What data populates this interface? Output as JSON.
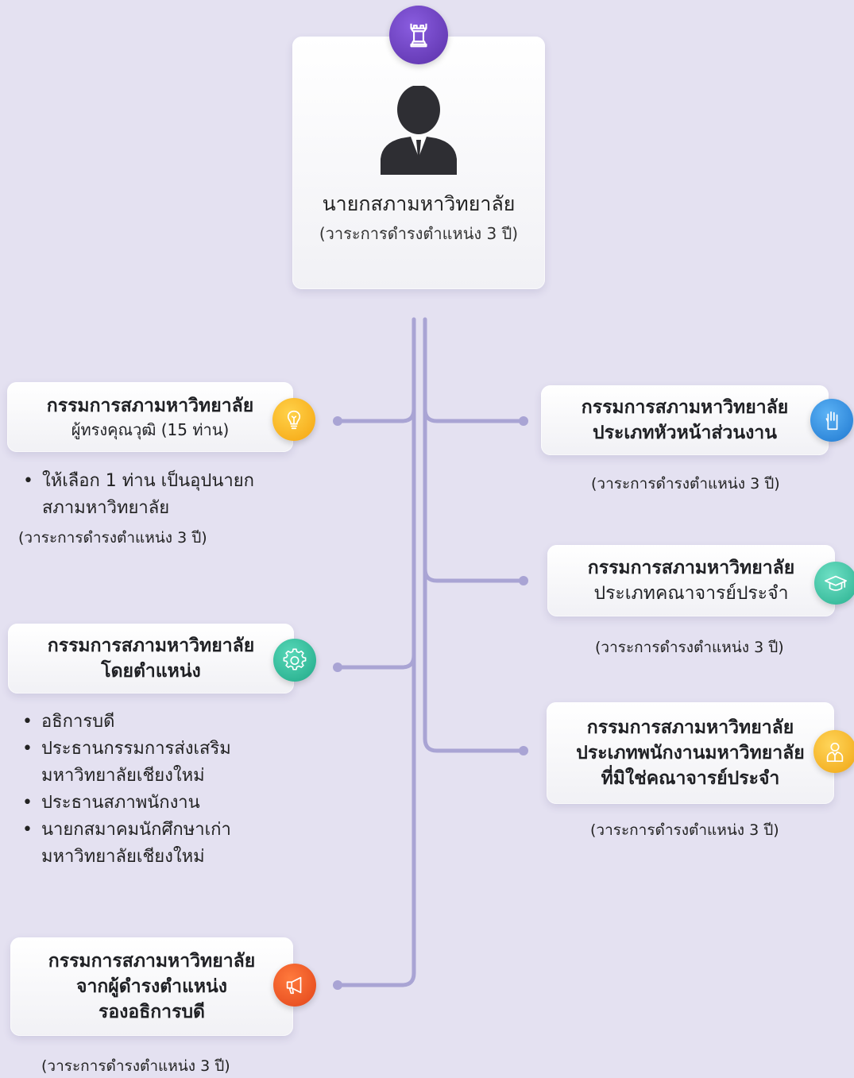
{
  "top": {
    "title": "นายกสภามหาวิทยาลัย",
    "term": "(วาระการดำรงตำแหน่ง 3 ปี)",
    "icon": "chess-rook-icon",
    "avatar_icon": "person-silhouette-icon"
  },
  "left": [
    {
      "title": "กรรมการสภามหาวิทยาลัย",
      "subtitle": "ผู้ทรงคุณวุฒิ (15 ท่าน)",
      "icon": "lightbulb-icon",
      "icon_color": "#f7b21b",
      "bullets": [
        "ให้เลือก 1 ท่าน เป็นอุปนายก สภามหาวิทยาลัย"
      ],
      "term": "(วาระการดำรงตำแหน่ง 3 ปี)"
    },
    {
      "title_lines": [
        "กรรมการสภามหาวิทยาลัย",
        "โดยตำแหน่ง"
      ],
      "icon": "gear-icon",
      "icon_color": "#2dbb9c",
      "bullets": [
        "อธิการบดี",
        "ประธานกรรมการส่งเสริม มหาวิทยาลัยเชียงใหม่",
        "ประธานสภาพนักงาน",
        "นายกสมาคมนักศึกษาเก่า มหาวิทยาลัยเชียงใหม่"
      ]
    },
    {
      "title_lines": [
        "กรรมการสภามหาวิทยาลัย",
        "จากผู้ดำรงตำแหน่ง",
        "รองอธิการบดี"
      ],
      "icon": "megaphone-icon",
      "icon_color": "#ee5a24",
      "term": "(วาระการดำรงตำแหน่ง 3 ปี)"
    }
  ],
  "right": [
    {
      "title_lines": [
        "กรรมการสภามหาวิทยาลัย",
        "ประเภทหัวหน้าส่วนงาน"
      ],
      "icon": "raised-hand-icon",
      "icon_color": "#2f8fe0",
      "term": "(วาระการดำรงตำแหน่ง 3 ปี)"
    },
    {
      "title_lines": [
        "กรรมการสภามหาวิทยาลัย",
        "ประเภทคณาจารย์ประจำ"
      ],
      "icon": "graduation-cap-icon",
      "icon_color": "#3cc3a4",
      "term": "(วาระการดำรงตำแหน่ง 3 ปี)"
    },
    {
      "title_lines": [
        "กรรมการสภามหาวิทยาลัย",
        "ประเภทพนักงานมหาวิทยาลัย",
        "ที่มิใช่คณาจารย์ประจำ"
      ],
      "icon": "employee-icon",
      "icon_color": "#f5b522",
      "term": "(วาระการดำรงตำแหน่ง 3 ปี)"
    }
  ],
  "colors": {
    "background": "#e4e1f1",
    "connector": "#a9a4d4",
    "top_badge": "#6a3fb8"
  }
}
